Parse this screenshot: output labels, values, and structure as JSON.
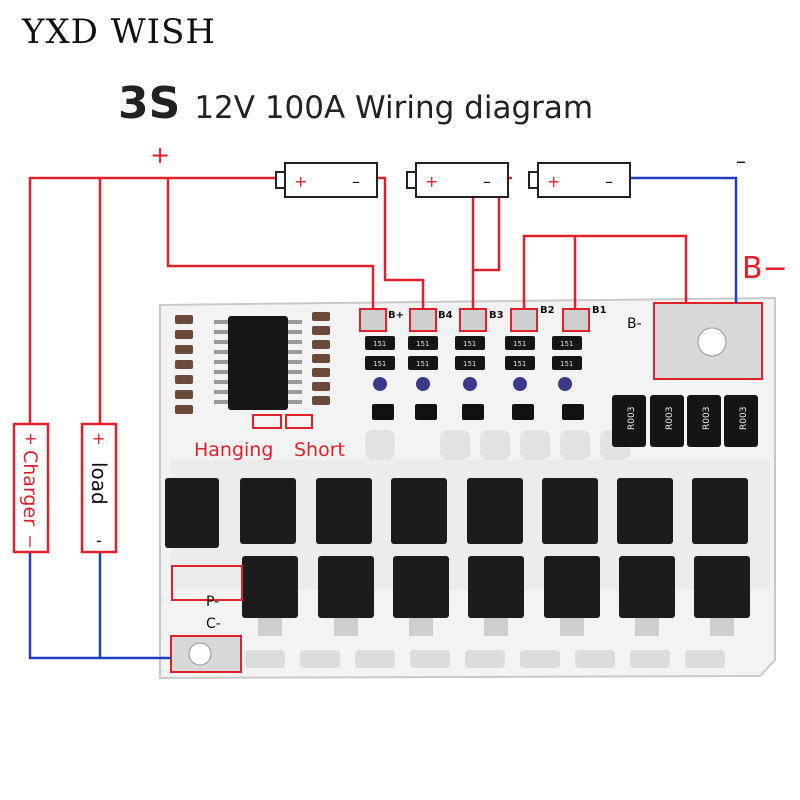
{
  "header": {
    "brand": "YXD WISH",
    "title_big": "3S",
    "title_rest": "12V 100A Wiring diagram"
  },
  "diagram": {
    "plus_top": "+",
    "minus_top": "–",
    "b_minus_label": "B−",
    "battery": {
      "plus": "+",
      "minus": "–"
    },
    "pads": [
      "B+",
      "B4",
      "B3",
      "B2",
      "B1"
    ],
    "board_b_minus": "B-",
    "hanging_label": "Hanging",
    "short_label": "Short",
    "p_label": "P-",
    "c_label": "C-",
    "charger": {
      "label": "Charger",
      "plus": "+",
      "minus": "l"
    },
    "load": {
      "label": "load",
      "plus": "+",
      "minus": "-"
    },
    "resistor_label": "R003",
    "small_smd_label": "151"
  },
  "colors": {
    "positive_wire": "#e0202a",
    "negative_wire": "#1f3fbf",
    "pcb": "#f4f4f4",
    "mosfet": "#1c1c1c",
    "accent_red": "#e0202a"
  }
}
